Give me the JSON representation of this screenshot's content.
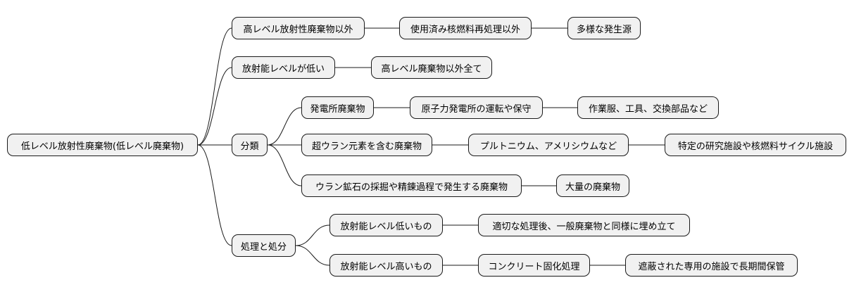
{
  "mindmap": {
    "root": "低レベル放射性廃棄物(低レベル廃棄物)",
    "b1": {
      "label": "高レベル放射性廃棄物以外",
      "c1": "使用済み核燃料再処理以外",
      "c1a": "多様な発生源"
    },
    "b2": {
      "label": "放射能レベルが低い",
      "c1": "高レベル廃棄物以外全て"
    },
    "b3": {
      "label": "分類",
      "c1": "発電所廃棄物",
      "c1a": "原子力発電所の運転や保守",
      "c1b": "作業服、工具、交換部品など",
      "c2": "超ウラン元素を含む廃棄物",
      "c2a": "プルトニウム、アメリシウムなど",
      "c2b": "特定の研究施設や核燃料サイクル施設",
      "c3": "ウラン鉱石の採掘や精錬過程で発生する廃棄物",
      "c3a": "大量の廃棄物"
    },
    "b4": {
      "label": "処理と処分",
      "c1": "放射能レベル低いもの",
      "c1a": "適切な処理後、一般廃棄物と同様に埋め立て",
      "c2": "放射能レベル高いもの",
      "c2a": "コンクリート固化処理",
      "c2b": "遮蔽された専用の施設で長期間保管"
    }
  }
}
